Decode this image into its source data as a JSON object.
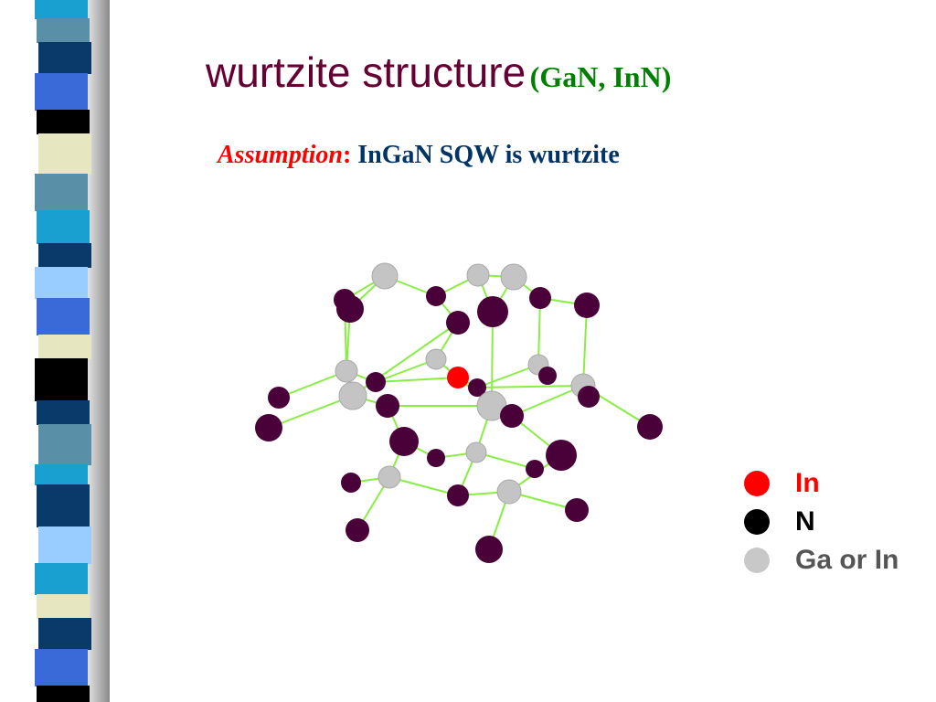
{
  "title": {
    "main": "wurtzite structure",
    "sub": "(GaN, InN)"
  },
  "assumption": {
    "label": "Assumption",
    "colon": ":",
    "text": "InGaN SQW is wurtzite"
  },
  "legend": [
    {
      "label": "In",
      "color": "#ff0000",
      "text_color": "#ff0000",
      "bold": true
    },
    {
      "label": "N",
      "color": "#000000",
      "text_color": "#000000",
      "bold": true
    },
    {
      "label": "Ga or In",
      "color": "#c8c8c8",
      "text_color": "#555555",
      "bold": true
    }
  ],
  "colors": {
    "bond": "#88ee44",
    "atom_N": "#4a0038",
    "atom_GaIn": "#c4c4c4",
    "atom_In": "#ff0000",
    "title_main": "#660033",
    "title_sub": "#008000"
  }
}
